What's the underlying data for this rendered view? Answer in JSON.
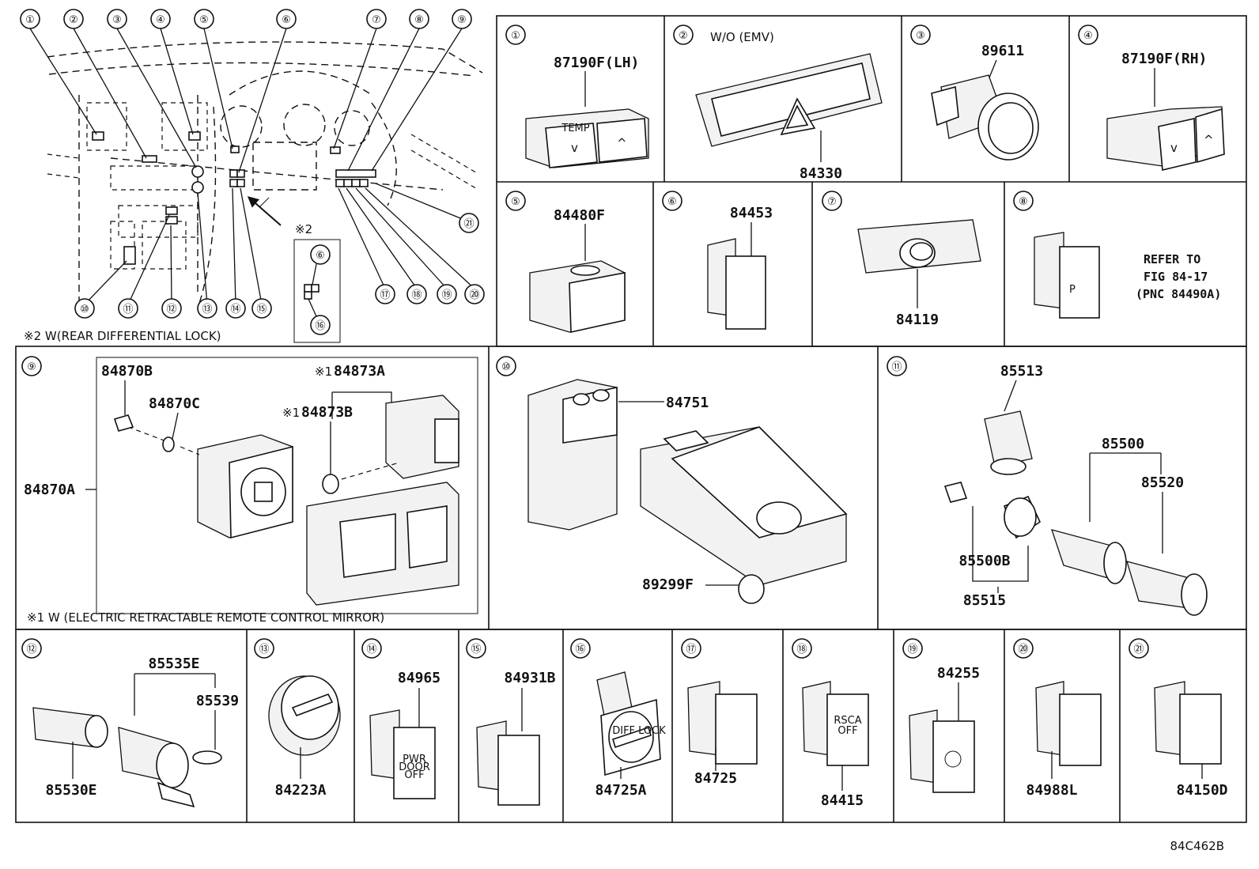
{
  "sheet_code": "84C462B",
  "overview": {
    "callouts": [
      "①",
      "②",
      "③",
      "④",
      "⑤",
      "⑥",
      "⑦",
      "⑧",
      "⑨",
      "⑩",
      "⑪",
      "⑫",
      "⑬",
      "⑭",
      "⑮",
      "⑰",
      "⑱",
      "⑲",
      "⑳",
      "㉑"
    ],
    "inset_mark": "※2",
    "inset_callouts": [
      "⑥",
      "⑯"
    ],
    "note2": "※2 W(REAR DIFFERENTIAL LOCK)"
  },
  "cells": [
    {
      "idx": "①",
      "parts": [
        "87190F(LH)"
      ]
    },
    {
      "idx": "②",
      "note": "W/O (EMV)",
      "parts": [
        "84330"
      ]
    },
    {
      "idx": "③",
      "parts": [
        "89611"
      ]
    },
    {
      "idx": "④",
      "parts": [
        "87190F(RH)"
      ]
    },
    {
      "idx": "⑤",
      "parts": [
        "84480F"
      ]
    },
    {
      "idx": "⑥",
      "parts": [
        "84453"
      ]
    },
    {
      "idx": "⑦",
      "parts": [
        "84119"
      ]
    },
    {
      "idx": "⑧",
      "refer": [
        "REFER TO",
        "FIG 84-17",
        "(PNC 84490A)"
      ]
    },
    {
      "idx": "⑨",
      "parts": [
        "84870B",
        "84870C",
        "84873A",
        "84873B",
        "84870A"
      ],
      "marks": [
        "※1",
        "※1"
      ],
      "note": "※1 W (ELECTRIC RETRACTABLE REMOTE CONTROL MIRROR)"
    },
    {
      "idx": "⑩",
      "parts": [
        "84751",
        "89299F"
      ]
    },
    {
      "idx": "⑪",
      "parts": [
        "85513",
        "85500",
        "85520",
        "85500B",
        "85515"
      ]
    },
    {
      "idx": "⑫",
      "parts": [
        "85535E",
        "85539",
        "85530E"
      ]
    },
    {
      "idx": "⑬",
      "parts": [
        "84223A"
      ]
    },
    {
      "idx": "⑭",
      "parts": [
        "84965"
      ]
    },
    {
      "idx": "⑮",
      "parts": [
        "84931B"
      ]
    },
    {
      "idx": "⑯",
      "parts": [
        "84725A"
      ]
    },
    {
      "idx": "⑰",
      "parts": [
        "84725"
      ]
    },
    {
      "idx": "⑱",
      "parts": [
        "84415"
      ]
    },
    {
      "idx": "⑲",
      "parts": [
        "84255"
      ]
    },
    {
      "idx": "⑳",
      "parts": [
        "84988L"
      ]
    },
    {
      "idx": "㉑",
      "parts": [
        "84150D"
      ]
    }
  ],
  "switch_faces": {
    "temp": "TEMP",
    "rsca": [
      "RSCA",
      "OFF"
    ],
    "pwr": [
      "PWR",
      "DOOR",
      "OFF"
    ],
    "diff": "DIFF LOCK"
  }
}
